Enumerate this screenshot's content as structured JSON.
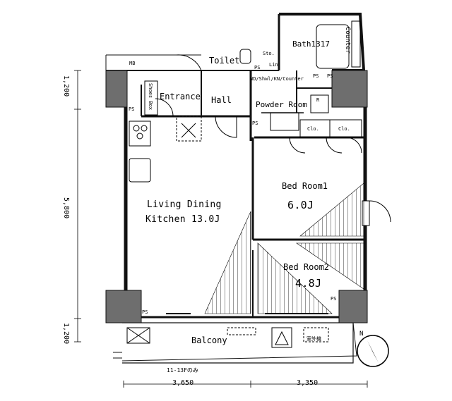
{
  "rooms": {
    "toilet": "Toilet",
    "bath": "Bath1317",
    "counter": "Counter",
    "sto": "Sto.",
    "lin": "Lin",
    "entrance": "Entrance",
    "hall": "Hall",
    "wd_counter": "WD/Shwl/KN/Counter",
    "powder_room": "Powder Room",
    "living_line1": "Living Dining",
    "living_line2": "Kitchen 13.0J",
    "bed1_name": "Bed Room1",
    "bed1_size": "6.0J",
    "bed2_name": "Bed Room2",
    "bed2_size": "4.8J",
    "balcony": "Balcony",
    "shoe_box": "Shoes Box",
    "mb": "MB",
    "clo1": "Clo.",
    "clo2": "Clo.",
    "r": "R"
  },
  "ps_labels": [
    "PS",
    "PS",
    "PS",
    "PS",
    "PS",
    "PS",
    "PS"
  ],
  "dimensions": {
    "left_top": "1,200",
    "left_mid": "5,800",
    "left_bottom": "1,200",
    "bottom_left": "3,650",
    "bottom_right": "3,350"
  },
  "notes": {
    "floors": "11-13Fのみ",
    "balcony_unit": "室外機"
  },
  "compass": {
    "label": "N"
  },
  "colors": {
    "wall": "#111111",
    "column": "#6e6e6e",
    "line": "#000000"
  }
}
